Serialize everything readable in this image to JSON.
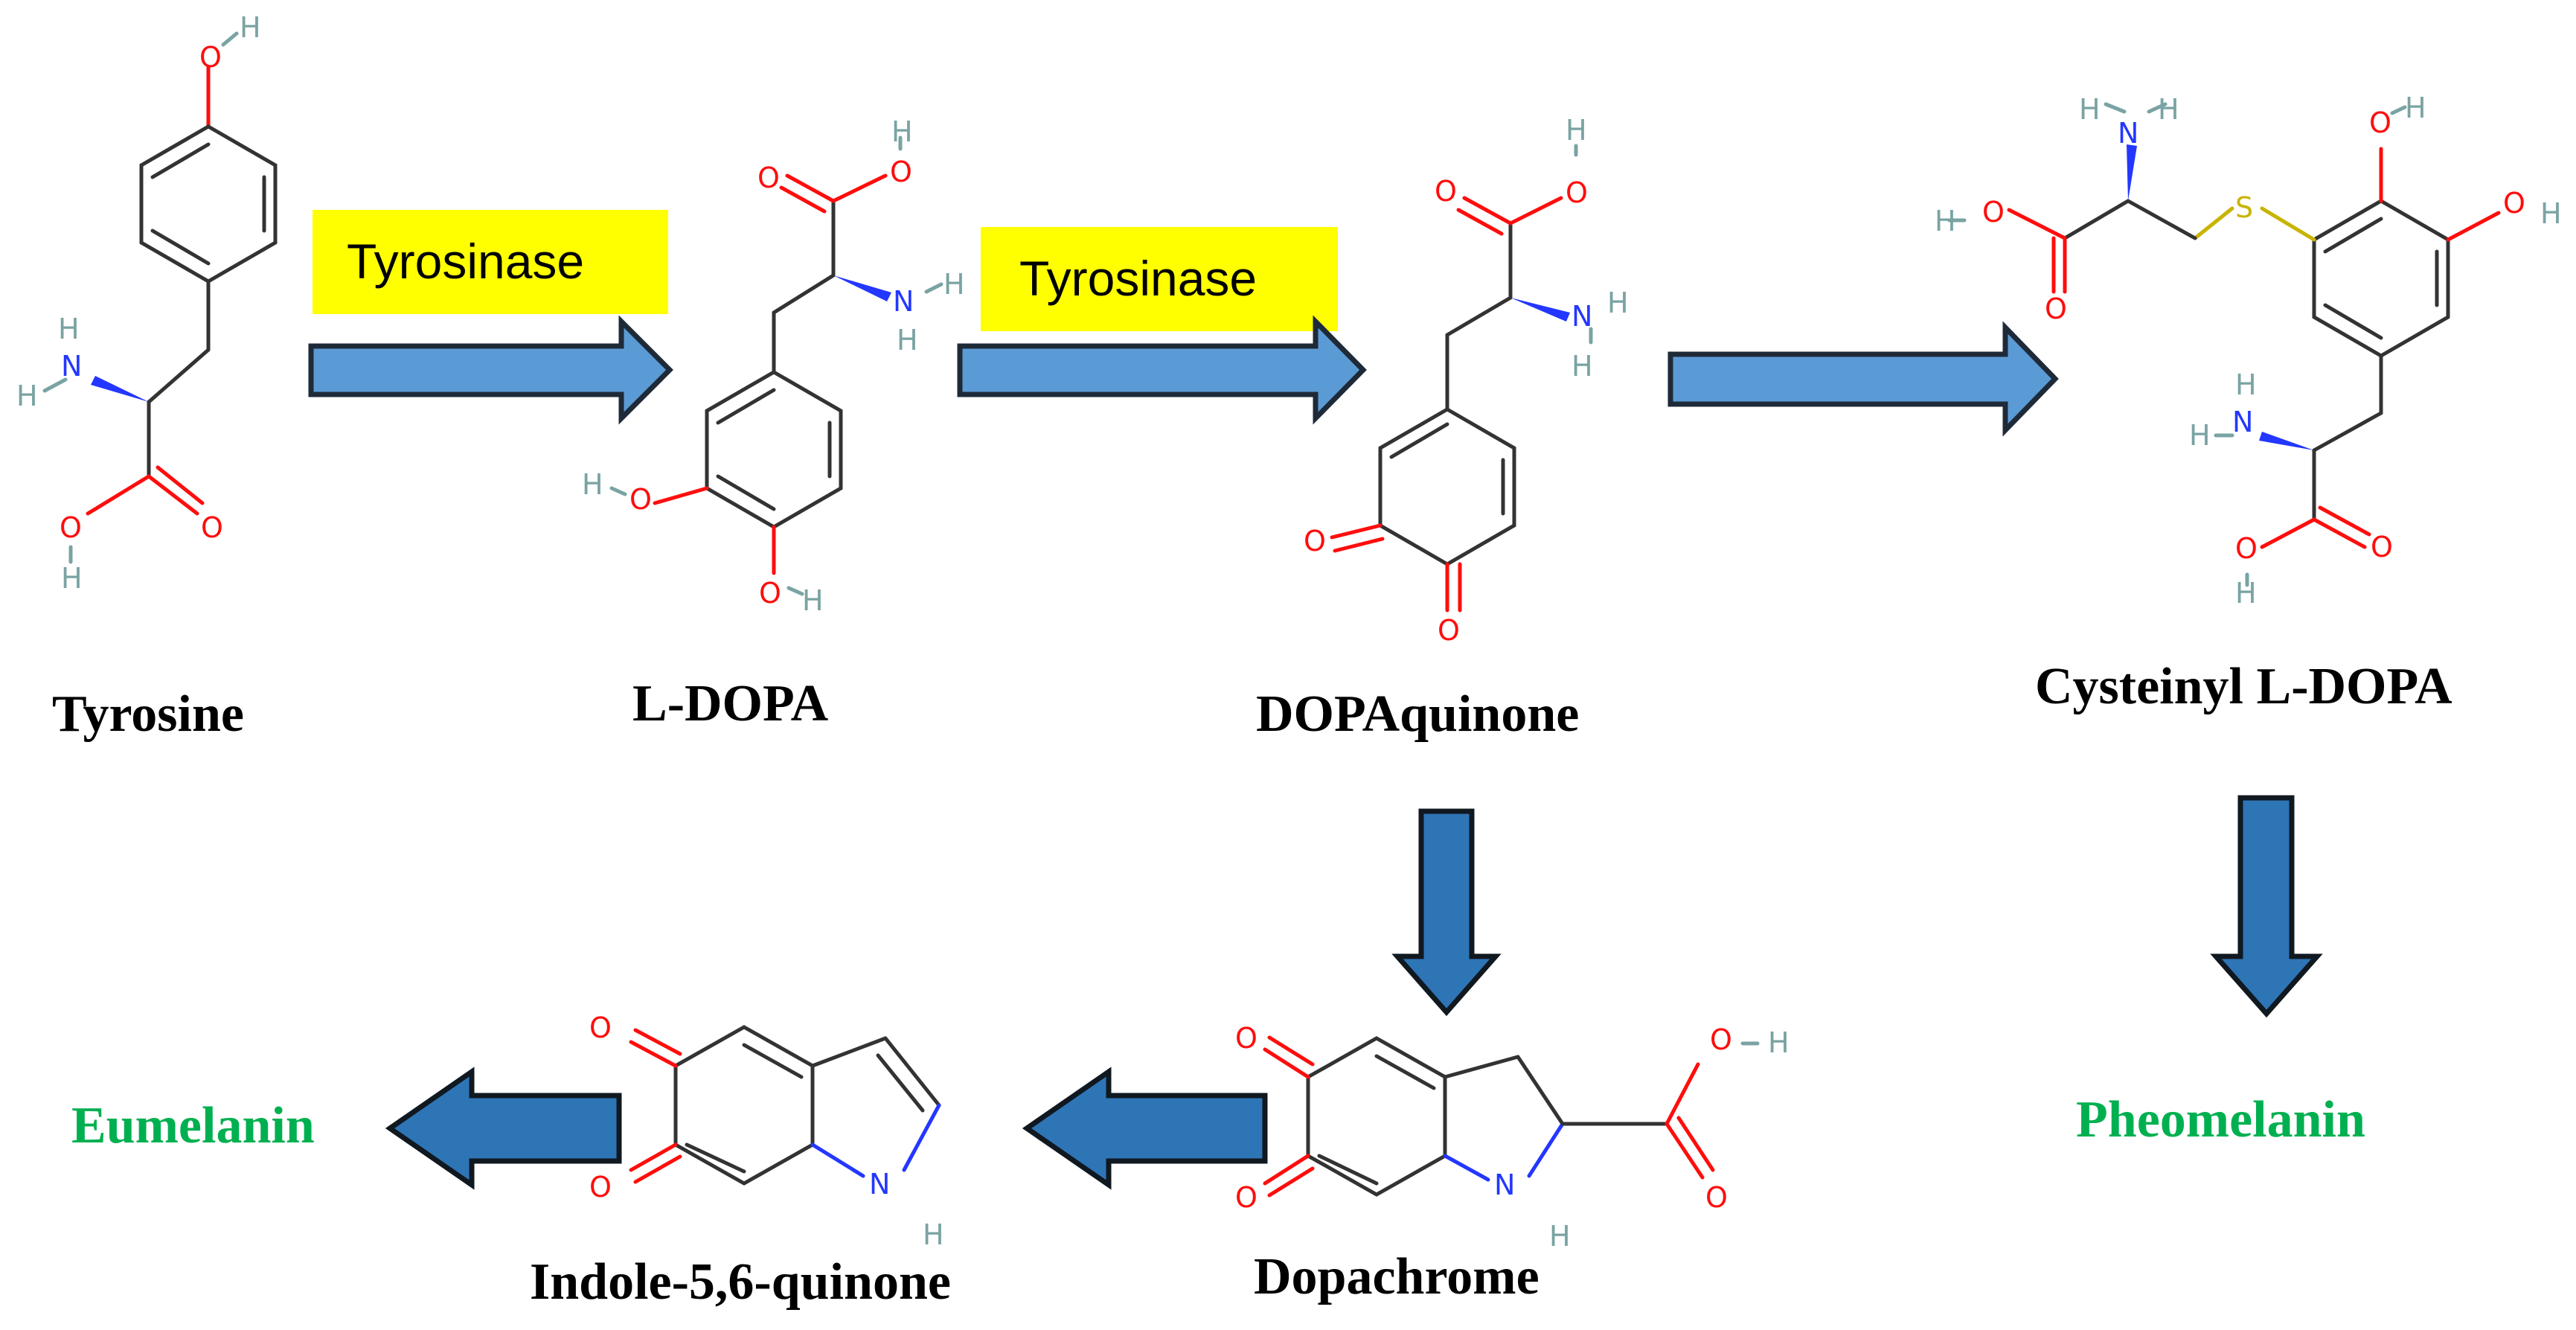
{
  "compounds": {
    "tyrosine": "Tyrosine",
    "ldopa": "L-DOPA",
    "dopaquinone": "DOPAquinone",
    "cysteinyl": "Cysteinyl  L-DOPA",
    "dopachrome": "Dopachrome",
    "indole": "Indole-5,6-quinone",
    "eumelanin": "Eumelanin",
    "pheomelanin": "Pheomelanin"
  },
  "enzymes": {
    "step1": "Tyrosinase",
    "step2": "Tyrosinase"
  },
  "atoms": {
    "O": "O",
    "H": "H",
    "N": "N",
    "S": "S"
  },
  "colors": {
    "enzyme_highlight": "#ffff00",
    "arrow_light": "#5b9bd5",
    "arrow_dark": "#2e75b6",
    "melanin_label": "#00b050",
    "oxygen": "#ff0d0d",
    "nitrogen": "#2337ff",
    "hydrogen": "#7aa3a3",
    "sulfur": "#c8b400"
  }
}
